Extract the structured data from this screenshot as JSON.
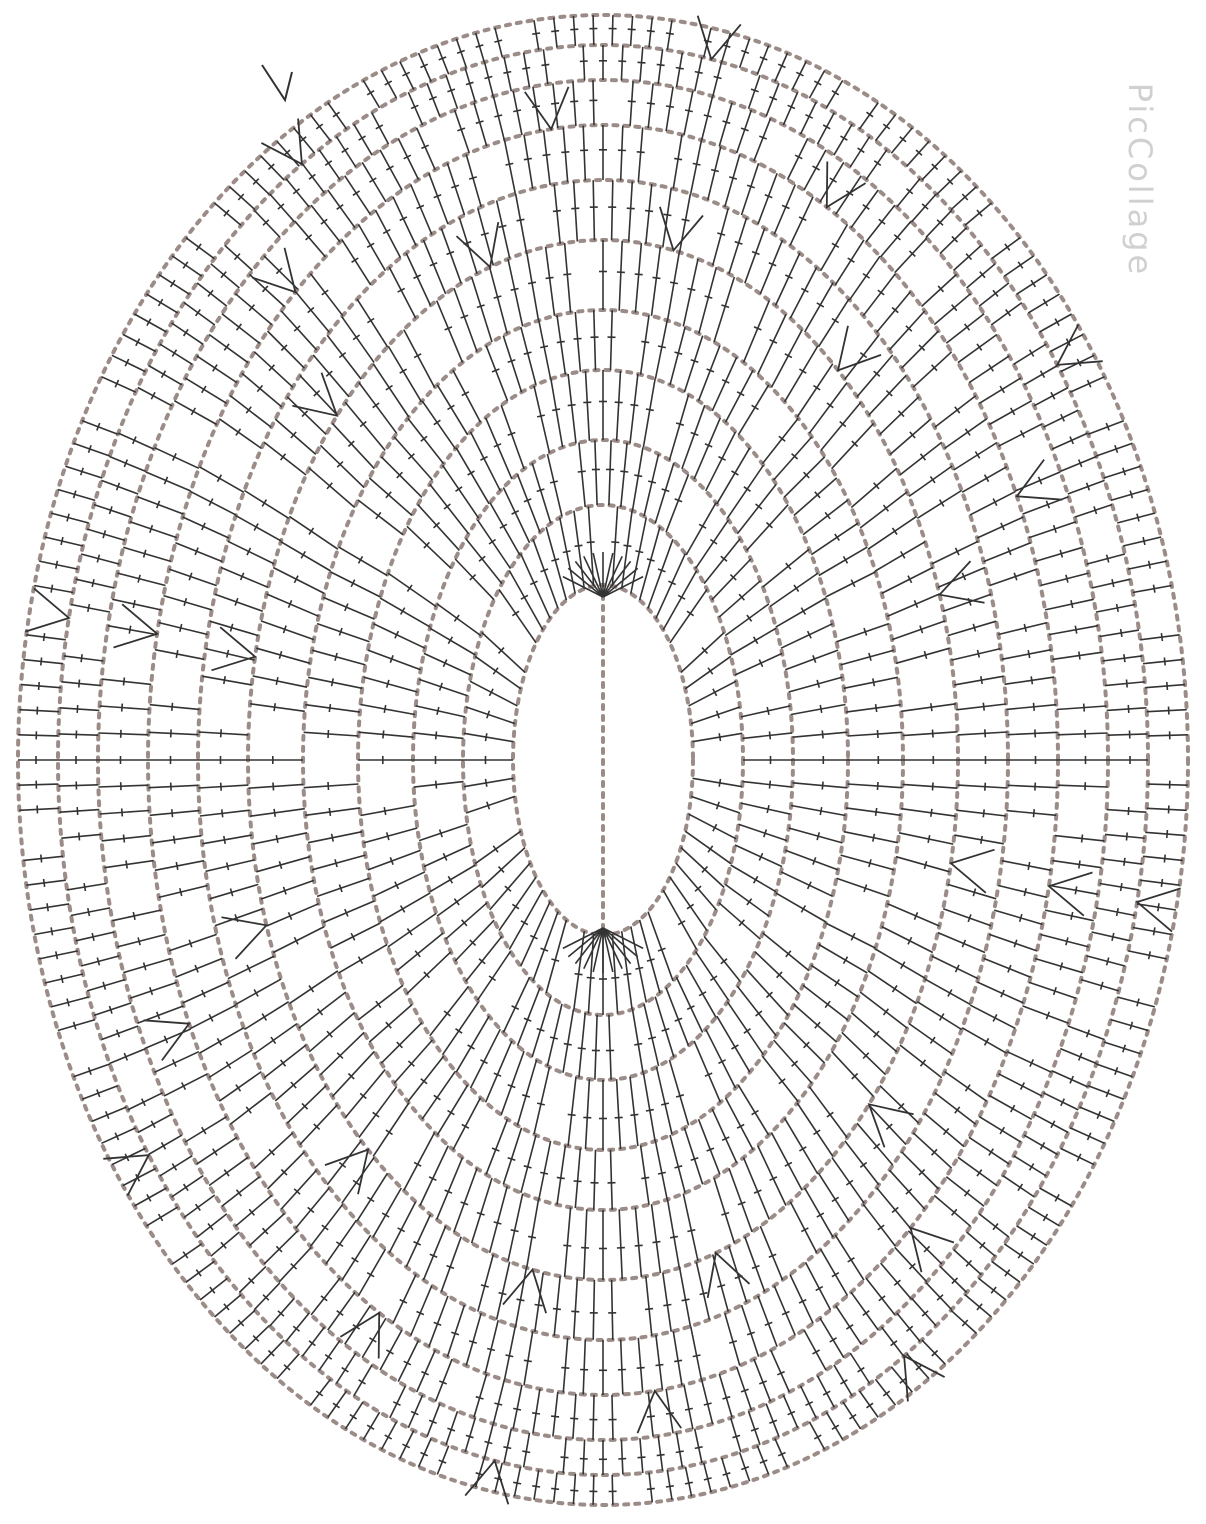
{
  "diagram": {
    "type": "crochet-chart-oval",
    "colors": {
      "background": "#ffffff",
      "stitch": "#333333",
      "chain": "#9c8c88",
      "watermark": "#d0d0d0"
    },
    "icons": [
      "start-arrow-icon",
      "double-crochet-stitch",
      "chain-stitch-dot",
      "shell-cluster"
    ]
  },
  "watermark": {
    "text": "PicCollage"
  }
}
